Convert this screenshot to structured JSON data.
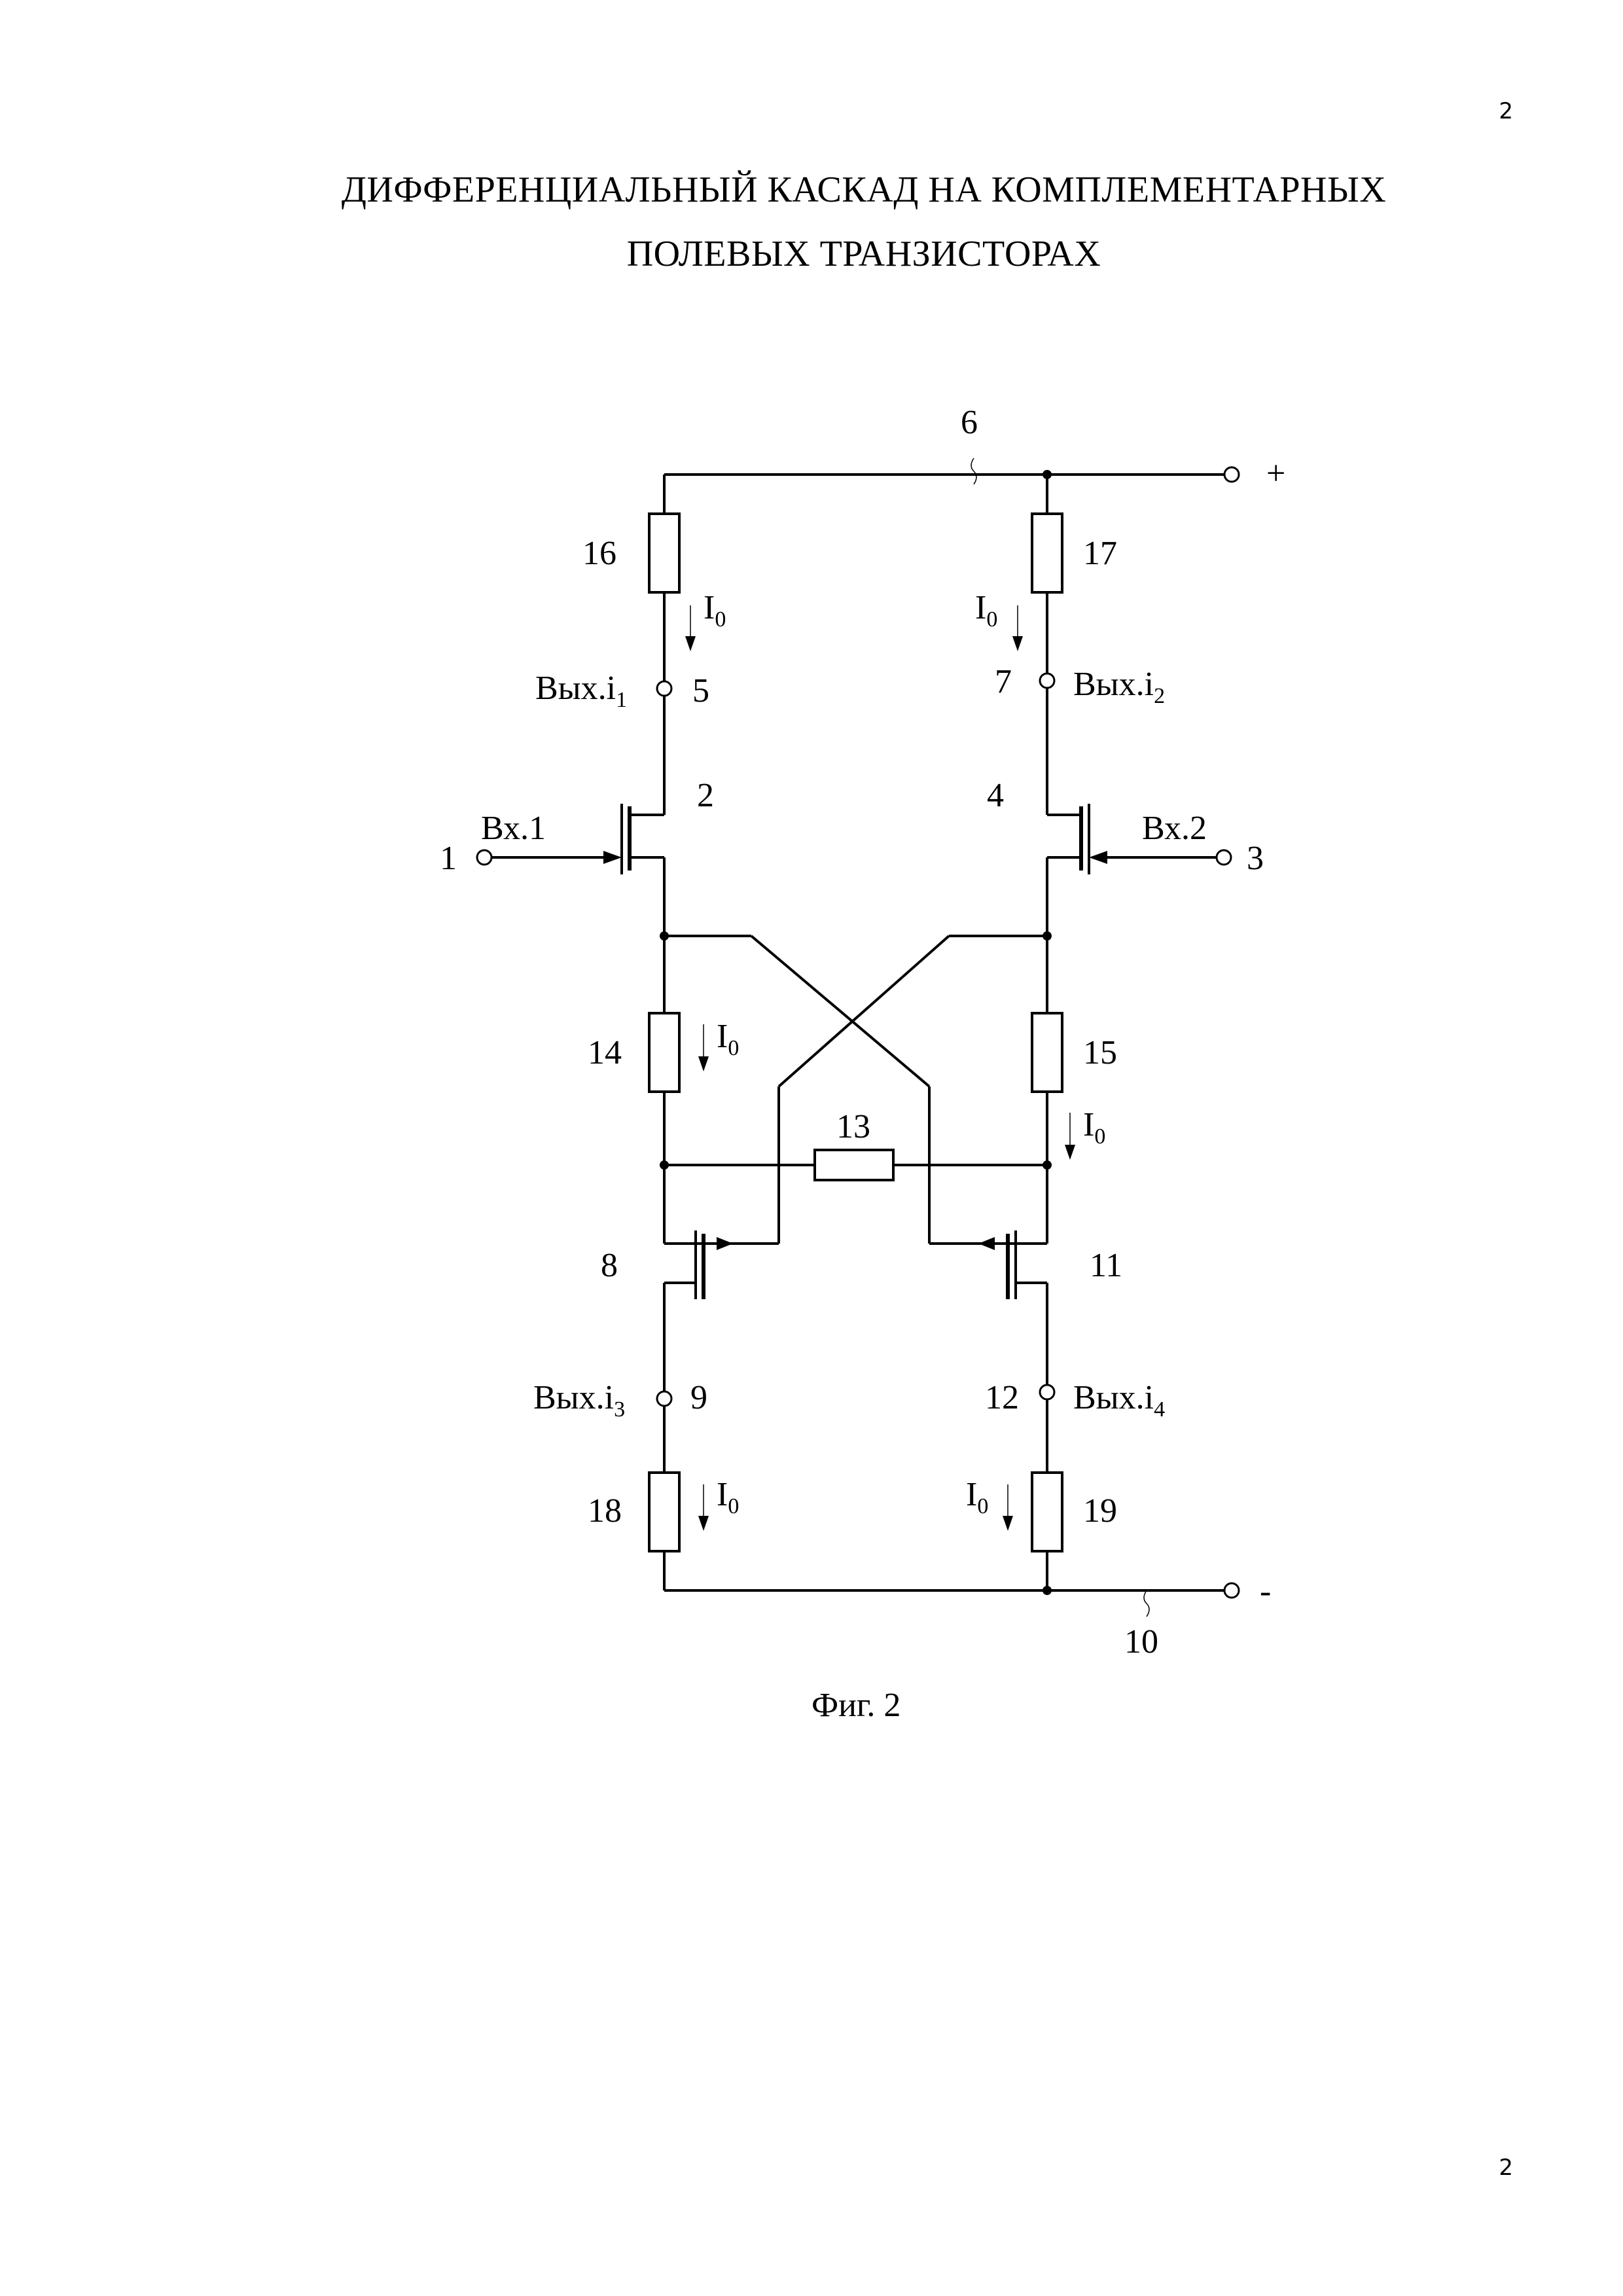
{
  "page_number": "2",
  "title": {
    "line1": "ДИФФЕРЕНЦИАЛЬНЫЙ КАСКАД НА КОМПЛЕМЕНТАРНЫХ",
    "line2": "ПОЛЕВЫХ ТРАНЗИСТОРАХ"
  },
  "schematic": {
    "node_labels": {
      "n1": "1",
      "n2": "2",
      "n3": "3",
      "n4": "4",
      "n5": "5",
      "n6": "6",
      "n7": "7",
      "n8": "8",
      "n9": "9",
      "n10": "10",
      "n11": "11",
      "n12": "12",
      "n13": "13",
      "n14": "14",
      "n15": "15",
      "n16": "16",
      "n17": "17",
      "n18": "18",
      "n19": "19"
    },
    "supply_plus": "+",
    "supply_minus": "-",
    "current_base": "I",
    "current_sub": "0",
    "input_1": "Вх.1",
    "input_2": "Вх.2",
    "out_base": "Вых.i",
    "out_sub": {
      "o1": "1",
      "o2": "2",
      "o3": "3",
      "o4": "4"
    }
  },
  "caption": "Фиг. 2"
}
